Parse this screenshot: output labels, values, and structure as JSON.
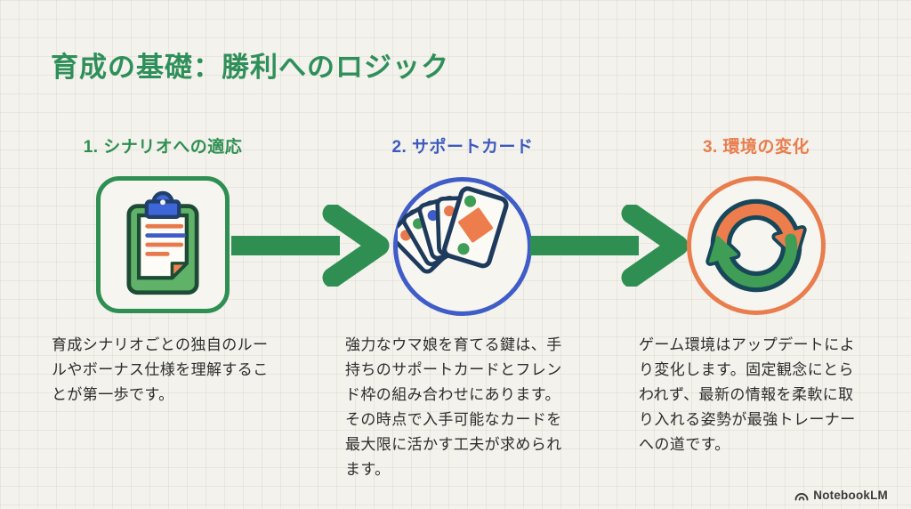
{
  "title": {
    "text": "育成の基礎：勝利へのロジック",
    "color": "#2f8f5a"
  },
  "steps": [
    {
      "label": "1. シナリオへの適応",
      "label_color": "#2f8f52",
      "icon": "clipboard-icon",
      "shape": "rounded-square-green",
      "description": "育成シナリオごとの独自のルー\nルやボーナス仕様を理解するこ\nとが第一歩です。"
    },
    {
      "label": "2. サポートカード",
      "label_color": "#3d59c0",
      "icon": "cards-icon",
      "shape": "circle-blue",
      "description": "強力なウマ娘を育てる鍵は、手\n持ちのサポートカードとフレン\nド枠の組み合わせにあります。\nその時点で入手可能なカードを\n最大限に活かす工夫が求められ\nます。"
    },
    {
      "label": "3. 環境の変化",
      "label_color": "#e97d4e",
      "icon": "refresh-icon",
      "shape": "circle-orange",
      "description": "ゲーム環境はアップデートによ\nり変化します。固定観念にとら\nわれず、最新の情報を柔軟に取\nり入れる姿勢が最強トレーナー\nへの道です。"
    }
  ],
  "arrows": {
    "icon": "right-arrow-icon",
    "color": "#2f8f52",
    "count": 2
  },
  "footer": {
    "brand": "NotebookLM",
    "icon": "notebooklm-logo-icon"
  },
  "colors": {
    "background": "#f3f2ec",
    "accent_green": "#2f8f52",
    "accent_blue": "#3f5cc8",
    "accent_orange": "#e97d4e",
    "body_text": "#2d2d2d",
    "icon_outline_navy": "#1e3a5c",
    "icon_outline_green": "#1d4b35",
    "icon_outline_teal": "#17485a"
  }
}
